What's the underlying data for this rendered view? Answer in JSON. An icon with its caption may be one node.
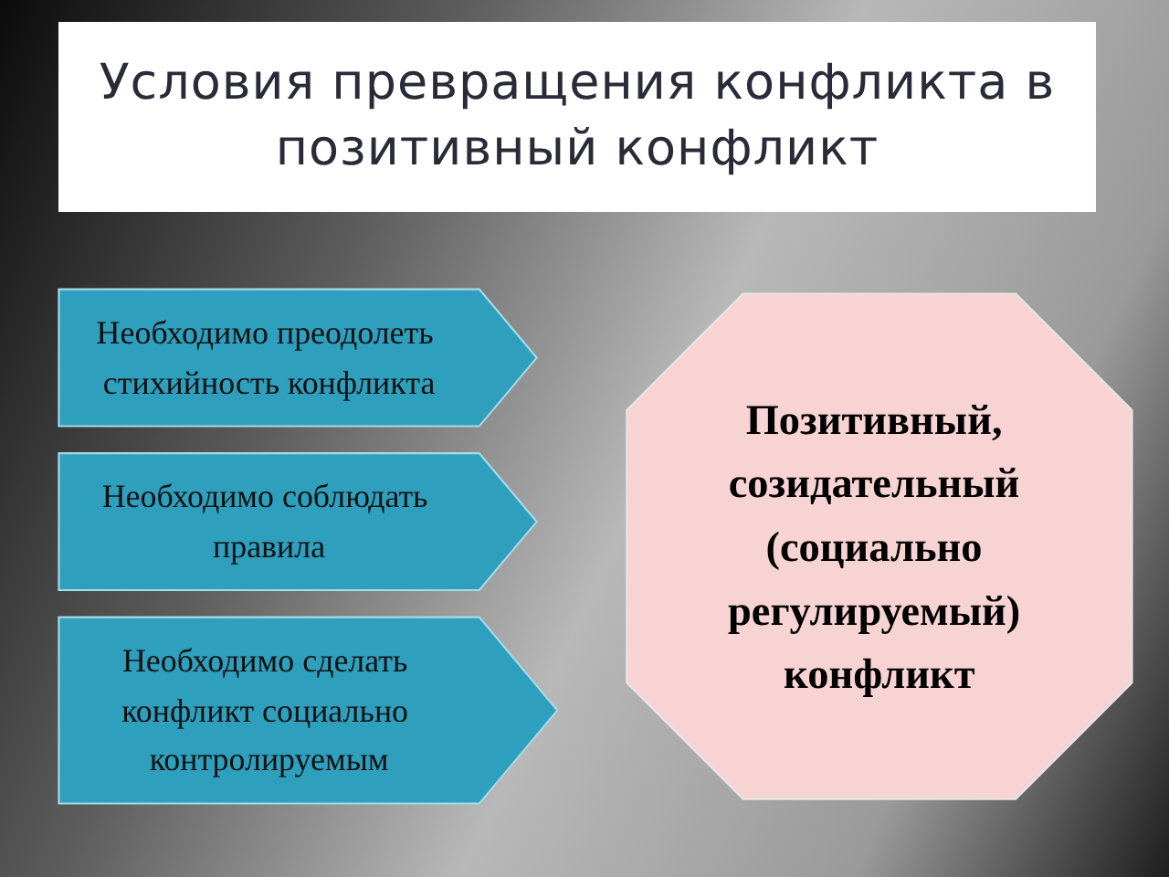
{
  "diagram": {
    "title": "Условия превращения конфликта в позитивный конфликт",
    "nodes": [
      {
        "text": [
          "Необходимо преодолеть стихийность конфликта"
        ]
      },
      {
        "text": [
          "Необходимо соблюдать правила"
        ]
      },
      {
        "text": [
          "Необходимо сделать конфликт социально контролируемым"
        ]
      },
      {
        "text": [
          "Позитивный, созидательный (социально регулируемый) конфликт"
        ]
      }
    ]
  }
}
